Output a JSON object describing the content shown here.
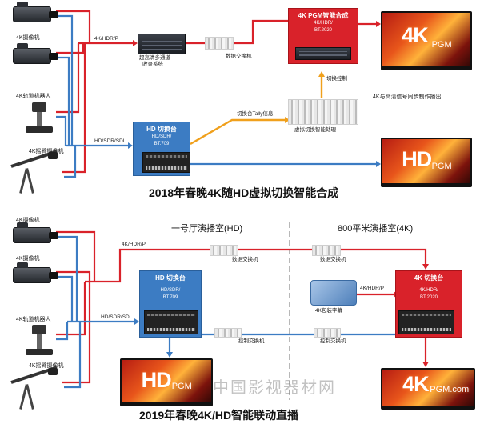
{
  "top": {
    "title": "2018年春晚4K随HD虚拟切换智能合成",
    "cameras": {
      "cam_4k": "4K摄像机",
      "rail_robot": "4K轨道机器人",
      "jib": "4K摇臂摄像机"
    },
    "signal_4k": "4K/HDR/P",
    "signal_hd": "HD/SDR/SDI",
    "storage_label_1": "超高清多通道",
    "storage_label_2": "收录系统",
    "data_switch": "数据交换机",
    "pgm_box": {
      "title": "4K PGM智能合成",
      "line1": "4K/HDR/",
      "line2": "BT.2020"
    },
    "switch_control": "切换控制",
    "hd_switcher": {
      "title": "HD 切换台",
      "line1": "HD/SDR/",
      "line2": "BT.709"
    },
    "tally": "切换台Tally信息",
    "virtual_switch": "虚拟切换智能处理",
    "monitor_4k": {
      "big": "4K",
      "tag": "PGM"
    },
    "monitor_hd": {
      "big": "HD",
      "tag": "PGM"
    },
    "sync_note": "4K与高清信号同步制作播出"
  },
  "bottom": {
    "title": "2019年春晚4K/HD智能联动直播",
    "studio_hd": "一号厅演播室(HD)",
    "studio_4k": "800平米演播室(4K)",
    "cameras": {
      "cam_4k": "4K摄像机",
      "rail_robot": "4K轨道机器人",
      "jib": "4K摇臂摄像机"
    },
    "signal_4k": "4K/HDR/P",
    "signal_4k_right": "4K/HDR/P",
    "signal_hd": "HD/SDR/SDI",
    "data_switch": "数据交换机",
    "data_switch_right": "数据交换机",
    "hd_switcher": {
      "title": "HD 切换台",
      "line1": "HD/SDR/",
      "line2": "BT.709"
    },
    "k4_switcher": {
      "title": "4K 切换台",
      "line1": "4K/HDR/",
      "line2": "BT.2020"
    },
    "subtitle_4k": "4K包装字幕",
    "control_switch_left": "控制交换机",
    "control_switch_right": "控制交换机",
    "monitor_hd": {
      "big": "HD",
      "tag": "PGM"
    },
    "monitor_4k": {
      "big": "4K",
      "tag": "PGM.com"
    }
  },
  "watermark": "中国影视器材网",
  "colors": {
    "signal_4k": "#d9222a",
    "signal_hd": "#3c7cc3",
    "control": "#f0a01c"
  }
}
